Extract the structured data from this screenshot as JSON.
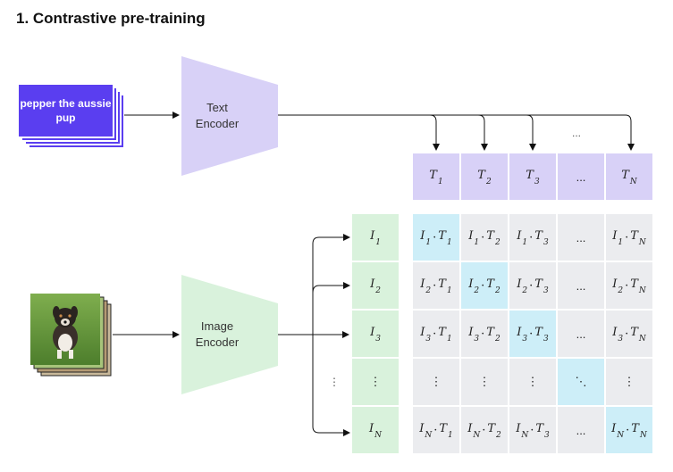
{
  "title": "1. Contrastive pre-training",
  "text_input": "pepper the aussie pup",
  "text_encoder": [
    "Text",
    "Encoder"
  ],
  "image_encoder": [
    "Image",
    "Encoder"
  ],
  "ellipsis": "...",
  "diag_dots": "⋱",
  "vert_dots": "⋮",
  "text_features": [
    "1",
    "2",
    "3",
    "…",
    "N"
  ],
  "image_features": [
    "1",
    "2",
    "3",
    "⋮",
    "N"
  ],
  "colors": {
    "text_card": "#5a3ef0",
    "text_encoder": "#d8d1f7",
    "image_encoder": "#d9f2dc",
    "text_feature": "#d8d1f7",
    "image_feature": "#d9f2dc",
    "grid_cell": "#ebecef",
    "diagonal_cell": "#cdeef8"
  },
  "input_image_icon": "dog-photo-icon"
}
